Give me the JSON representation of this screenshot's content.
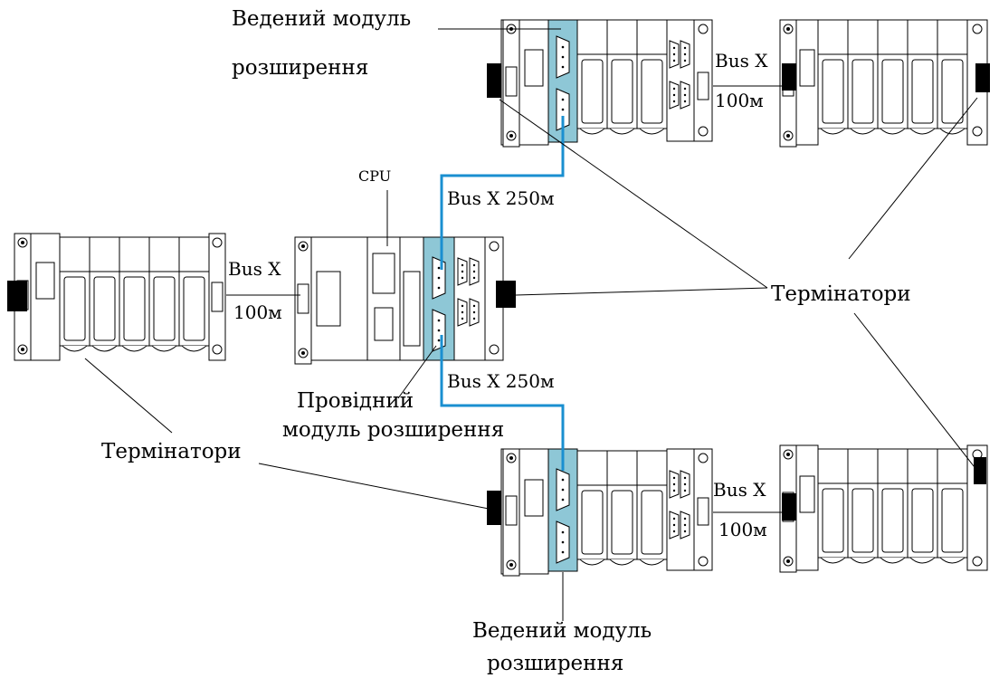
{
  "labels": {
    "slave_top_line1": "Ведений модуль",
    "slave_top_line2": "розширення",
    "slave_bottom_line1": "Ведений модуль",
    "slave_bottom_line2": "розширення",
    "master_line1": "Провідний",
    "master_line2": "модуль розширення",
    "cpu": "CPU",
    "terminators_right": "Термінатори",
    "terminators_left": "Термінатори"
  },
  "links": {
    "bus_top_right": "Bus X",
    "len_top_right": "100м",
    "bus_center_top": "Bus X 250м",
    "bus_center_bottom": "Bus X 250м",
    "bus_left": "Bus X",
    "len_left": "100м",
    "bus_bottom_right": "Bus X",
    "len_bottom_right": "100м"
  },
  "colors": {
    "bus_cable": "#1a8fd0",
    "expansion_module_fill": "#8ec7d6",
    "terminator": "#000000"
  }
}
